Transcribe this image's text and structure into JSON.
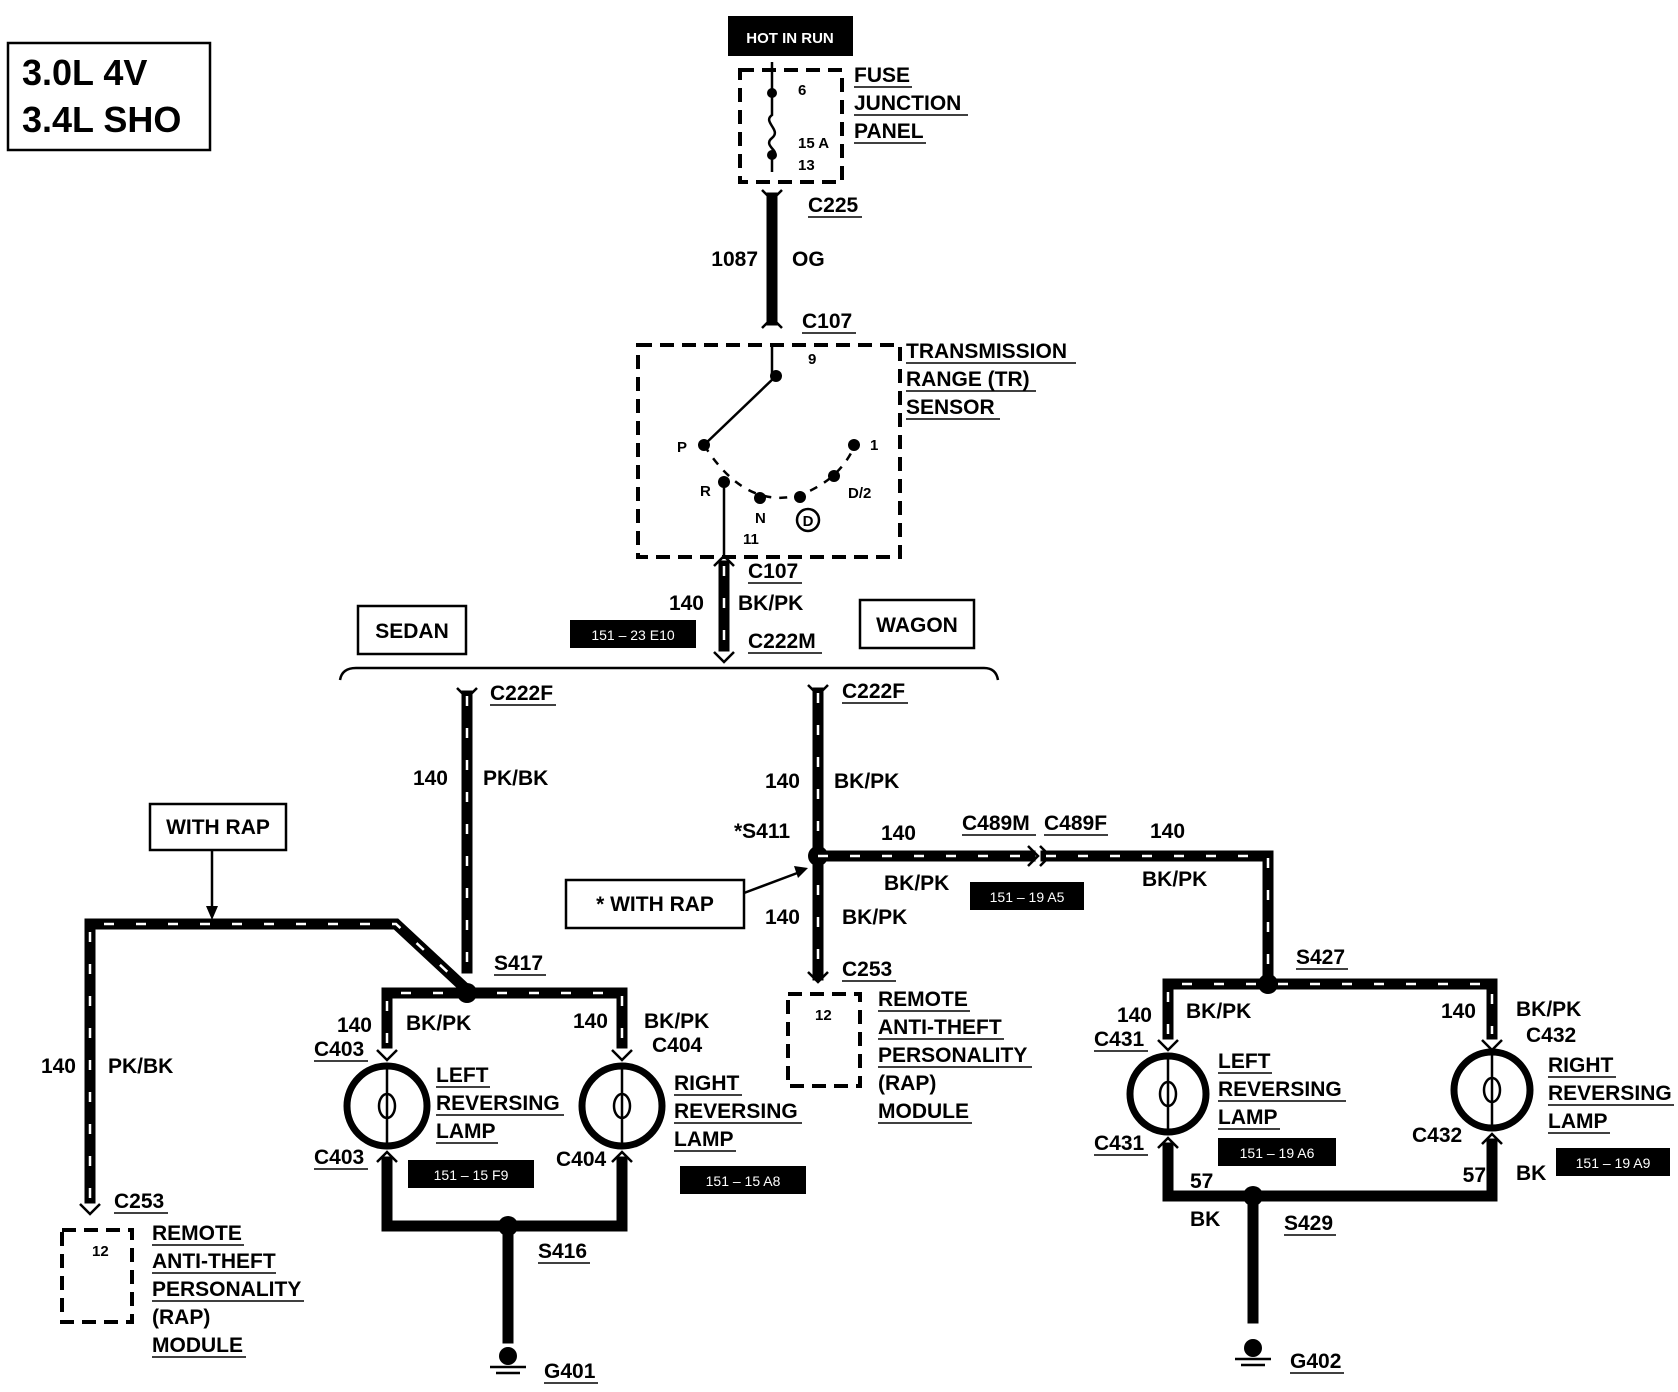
{
  "engine_box": {
    "line1": "3.0L 4V",
    "line2": "3.4L SHO"
  },
  "power": {
    "label": "HOT IN RUN"
  },
  "fuse_panel": {
    "name": [
      "FUSE",
      "JUNCTION",
      "PANEL"
    ],
    "pin_in": "6",
    "rating": "15 A",
    "pin_out": "13"
  },
  "connectors": {
    "c225": "C225",
    "c107_top": "C107",
    "c107_bottom": "C107",
    "c222m": "C222M",
    "c222f_sedan": "C222F",
    "c222f_wagon": "C222F",
    "c489m": "C489M",
    "c489f": "C489F",
    "c253_wagon": "C253",
    "c253_sedan": "C253",
    "c403_top": "C403",
    "c403_bottom": "C403",
    "c404_top": "C404",
    "c404_bottom": "C404",
    "c431_top": "C431",
    "c431_bottom": "C431",
    "c432_top": "C432",
    "c432_bottom": "C432"
  },
  "wires": {
    "feed_circuit": "1087",
    "feed_color": "OG",
    "main_circuit": "140",
    "main_color": "BK/PK",
    "sedan_circuit": "140",
    "sedan_color": "PK/BK",
    "wagon_circuit": "140",
    "wagon_color": "BK/PK",
    "wagon_link_circuit": "140",
    "wagon_link_color": "BK/PK",
    "wagon_link2_circuit": "140",
    "wagon_link2_color": "BK/PK",
    "wagon_rap_circuit": "140",
    "wagon_rap_color": "BK/PK",
    "sedan_rap_circuit": "140",
    "sedan_rap_color": "PK/BK",
    "sedan_left_circuit": "140",
    "sedan_left_color": "BK/PK",
    "sedan_right_circuit": "140",
    "sedan_right_color": "BK/PK",
    "wagon_left_circuit": "140",
    "wagon_left_color": "BK/PK",
    "wagon_right_circuit": "140",
    "wagon_right_color": "BK/PK",
    "ground_left_circuit": "57",
    "ground_left_color": "BK",
    "ground_right_circuit": "57",
    "ground_right_color": "BK"
  },
  "tr_sensor": {
    "name": [
      "TRANSMISSION",
      "RANGE (TR)",
      "SENSOR"
    ],
    "pin_top": "9",
    "pin_bottom": "11",
    "positions": {
      "p": "P",
      "r": "R",
      "n": "N",
      "d": "D",
      "d2": "D/2",
      "one": "1"
    }
  },
  "variants": {
    "sedan": "SEDAN",
    "wagon": "WAGON",
    "with_rap": "WITH RAP",
    "with_rap_star": "*  WITH RAP"
  },
  "splices": {
    "s411": "*S411",
    "s417": "S417",
    "s416": "S416",
    "s427": "S427",
    "s429": "S429"
  },
  "grounds": {
    "g401": "G401",
    "g402": "G402"
  },
  "refs": {
    "r_main": "151 – 23 E10",
    "r_wagon_link": "151 – 19 A5",
    "r_sedan_left": "151 – 15 F9",
    "r_sedan_right": "151 – 15 A8",
    "r_wagon_left": "151 – 19 A6",
    "r_wagon_right": "151 – 19 A9"
  },
  "rap_module": {
    "name": [
      "REMOTE",
      "ANTI-THEFT",
      "PERSONALITY",
      "(RAP)",
      "MODULE"
    ],
    "pin": "12"
  },
  "lamps": {
    "left": [
      "LEFT",
      "REVERSING",
      "LAMP"
    ],
    "right": [
      "RIGHT",
      "REVERSING",
      "LAMP"
    ]
  }
}
